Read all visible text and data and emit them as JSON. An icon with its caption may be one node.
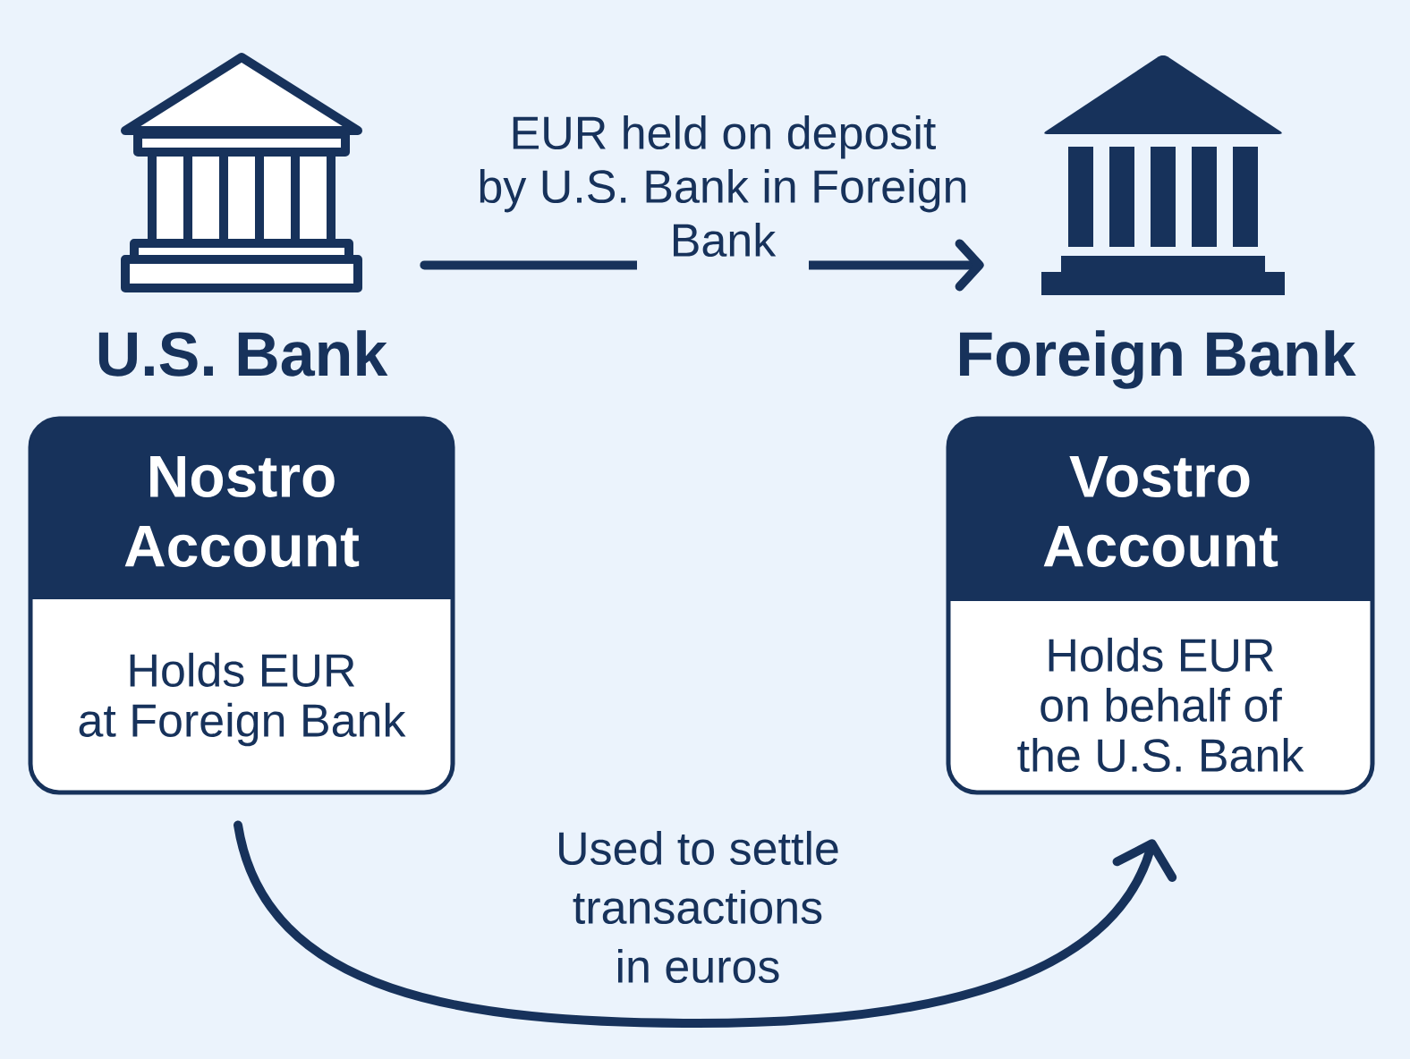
{
  "diagram": {
    "nodes": [
      {
        "text": [],
        "shape": "picture",
        "beside": [
          "U.S. Bank"
        ]
      },
      {
        "text": [],
        "shape": "picture",
        "beside": [
          "Foreign Bank"
        ]
      },
      {
        "text": [
          "Nostro Account",
          "Holds EUR at Foreign Bank"
        ]
      },
      {
        "text": [
          "Vostro Account",
          "Holds EUR on behalf of the U.S. Bank"
        ]
      }
    ],
    "edges": [
      {
        "from": 0,
        "to": 1,
        "arrow": "to",
        "label": "EUR held on deposit by U.S. Bank in Foreign Bank"
      },
      {
        "from": 2,
        "to": 3,
        "arrow": "to",
        "label": "Used to settle transactions in euros"
      }
    ]
  }
}
